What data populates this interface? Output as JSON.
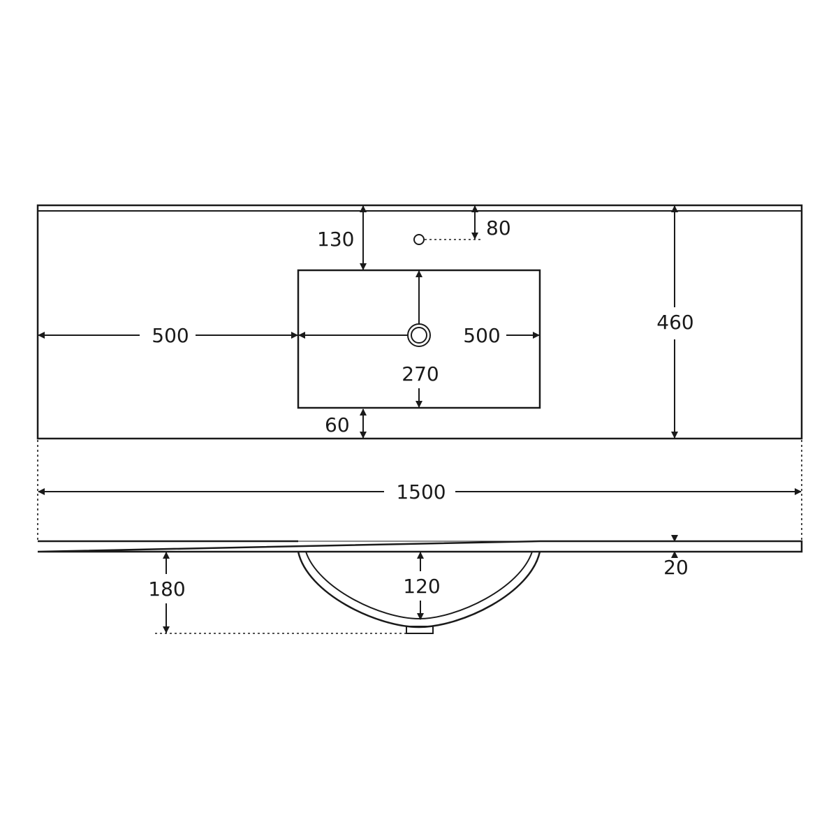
{
  "dimensions": {
    "hole_from_back": "80",
    "basin_from_back": "130",
    "basin_from_left": "500",
    "basin_width": "500",
    "basin_length": "270",
    "basin_from_front": "60",
    "top_depth": "460",
    "overall_width": "1500",
    "top_thickness": "20",
    "bowl_depth": "120",
    "waste_drop": "180"
  }
}
